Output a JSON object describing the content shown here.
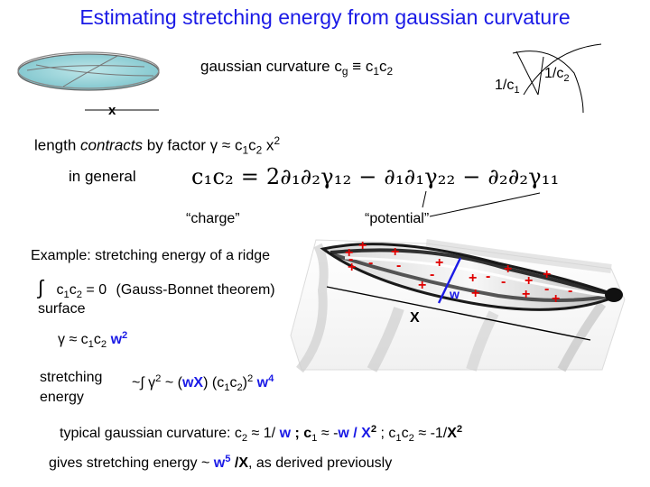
{
  "title": "Estimating stretching energy from gaussian curvature",
  "curvature_def": {
    "prefix": "gaussian curvature c",
    "sub1": "g",
    "eq": " ≡ c",
    "sub2": "1",
    "mid": "c",
    "sub3": "2"
  },
  "disk_label": "x",
  "radius_labels": {
    "r1": "1/c",
    "r1_sub": "1",
    "r2": "1/c",
    "r2_sub": "2"
  },
  "contracts": {
    "pre": "length ",
    "em": "contracts",
    "post": " by factor γ ≈ c",
    "sub1": "1",
    "mid": "c",
    "sub2": "2",
    "tail": " x",
    "sup": "2"
  },
  "in_general": "in general",
  "formula": "c₁c₂ = 2∂₁∂₂γ₁₂ − ∂₁∂₁γ₂₂ − ∂₂∂₂γ₁₁",
  "charge_label": "“charge”",
  "potential_label": "“potential”",
  "example_title": "Example: stretching energy of a ridge",
  "gauss_bonnet": {
    "integral": "∫",
    "c": "c",
    "sub1": "1",
    "c2": "c",
    "sub2": "2",
    "eq": " = 0",
    "theorem": "(Gauss-Bonnet theorem)"
  },
  "surface": "surface",
  "gamma_rel": {
    "pre": "γ ≈ c",
    "sub1": "1",
    "mid": "c",
    "sub2": "2",
    "w": " w",
    "sup": "2"
  },
  "stretching_label_1": "stretching",
  "stretching_label_2": "energy",
  "energy_rel": {
    "pre": "~∫ γ",
    "sup1": "2",
    "mid": " ~ (",
    "wx": "wX",
    "mid2": ")  (c",
    "sub1": "1",
    "c": "c",
    "sub2": "2",
    "close": ")",
    "sup2": "2",
    "w": " w",
    "sup3": "4"
  },
  "typical": {
    "pre": "typical gaussian curvature: c",
    "sub1": "2",
    "approx1": " ≈ 1/ ",
    "w1": "w",
    "semi": " ; c",
    "sub2": "1",
    "approx2": " ≈ -",
    "w2x": "w / X",
    "sup1": "2",
    "semi2": " ; c",
    "sub3": "1",
    "c": "c",
    "sub4": "2",
    "approx3": " ≈ -1/",
    "x": "X",
    "sup2": "2"
  },
  "gives": {
    "pre": "gives stretching energy ~  ",
    "w": "w",
    "sup": "5",
    "x": " /X",
    "post": ", as derived previously"
  },
  "ridge_labels": {
    "w": "w",
    "X": "X",
    "plus": "+",
    "minus": "-"
  },
  "colors": {
    "accent_blue": "#1a1ae6",
    "charge_red": "#e00000"
  }
}
